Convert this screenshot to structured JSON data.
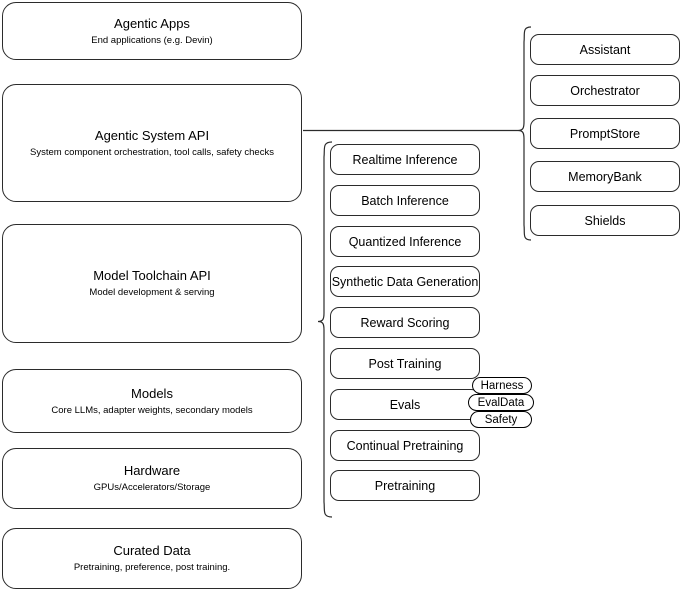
{
  "diagram": {
    "title": "AI Stack Architecture Diagram",
    "stroke_color": "#2b2b2b",
    "background_color": "#ffffff"
  },
  "left_stack": {
    "name": "platform-layers",
    "layers": [
      {
        "title": "Agentic Apps",
        "subtitle": "End applications (e.g. Devin)"
      },
      {
        "title": "Agentic System API",
        "subtitle": "System component orchestration, tool calls, safety checks"
      },
      {
        "title": "Model Toolchain API",
        "subtitle": "Model development & serving"
      },
      {
        "title": "Models",
        "subtitle": "Core LLMs, adapter weights, secondary models"
      },
      {
        "title": "Hardware",
        "subtitle": "GPUs/Accelerators/Storage"
      },
      {
        "title": "Curated Data",
        "subtitle": "Pretraining, preference, post training."
      }
    ]
  },
  "middle_column": {
    "name": "model-toolchain-capabilities",
    "items": [
      {
        "label": "Realtime Inference"
      },
      {
        "label": "Batch Inference"
      },
      {
        "label": "Quantized Inference"
      },
      {
        "label": "Synthetic Data Generation"
      },
      {
        "label": "Reward Scoring"
      },
      {
        "label": "Post Training"
      },
      {
        "label": "Evals"
      },
      {
        "label": "Continual Pretraining"
      },
      {
        "label": "Pretraining"
      }
    ],
    "eval_pills": [
      {
        "label": "Harness"
      },
      {
        "label": "EvalData"
      },
      {
        "label": "Safety"
      }
    ]
  },
  "right_column": {
    "name": "agentic-system-components",
    "items": [
      {
        "label": "Assistant"
      },
      {
        "label": "Orchestrator"
      },
      {
        "label": "PromptStore"
      },
      {
        "label": "MemoryBank"
      },
      {
        "label": "Shields"
      }
    ]
  }
}
